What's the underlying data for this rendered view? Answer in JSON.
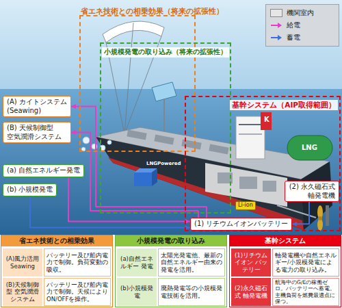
{
  "diagram": {
    "nodes": [
      {
        "text": [
          "省エネ技術との相乗効果（将来の拡張性）"
        ]
      },
      {
        "text": [
          "(A) カイトシステム (Seawing)"
        ]
      },
      {
        "text": [
          "(B) 天候制御型 空気潤滑システム"
        ]
      },
      {
        "text": [
          "小規模発電の取り込み（将来の拡張性）"
        ]
      },
      {
        "text": [
          "(a) 自然エネルギー発電"
        ]
      },
      {
        "text": [
          "(b) 小規模発電"
        ]
      },
      {
        "text": [
          "基幹システム（AIP取得範囲）"
        ]
      },
      {
        "text": [
          "(1) リチウムイオンバッテリー"
        ],
        "in": 6
      },
      {
        "text": [
          "(2) 永久磁石式 軸発電機"
        ],
        "in": 6
      },
      {
        "text": [
          "省エネ技術との相乗効果"
        ]
      },
      {
        "text": [
          "(A)風力活用 Seawing"
        ],
        "in": 9
      },
      {
        "text": [
          "バッテリー及び船内電力で制御。負荷変動の吸収。"
        ],
        "in": 9
      },
      {
        "text": [
          "(B)天候制御型 空気潤滑 システム"
        ],
        "in": 9
      },
      {
        "text": [
          "バッテリー及び船内電力で制御。天候によりON/OFFを操作。"
        ],
        "in": 9
      },
      {
        "text": [
          "小規模発電の取り込み"
        ]
      },
      {
        "text": [
          "(a)自然エネルギー 発電"
        ],
        "in": 14
      },
      {
        "text": [
          "太陽光発電他、最新の自然エネルギー由来の発電を活用。"
        ],
        "in": 14
      },
      {
        "text": [
          "(b)小規模発電"
        ],
        "in": 14
      },
      {
        "text": [
          "廃熱発電等の小規模発電技術を活用。"
        ],
        "in": 14
      },
      {
        "text": [
          "基幹システム"
        ]
      },
      {
        "text": [
          "(1)リチウムイオン バッテリー"
        ],
        "in": 19
      },
      {
        "text": [
          "軸発電機や自然エネルギー/小規模発電による電力の取り込み。"
        ],
        "in": 19
      },
      {
        "text": [
          "(2)永久磁石式 軸発電機"
        ],
        "in": 19
      },
      {
        "text": [
          "航海中のG/Eの稼働ゼロ。バッテリーへ蓄電。主機負荷を燃費最適点に保つ。"
        ],
        "in": 19
      }
    ],
    "edges": [
      {
        "from": 7,
        "to": 1,
        "arrow": "to"
      },
      {
        "from": 7,
        "to": 2,
        "arrow": "to"
      },
      {
        "from": 4,
        "to": 7,
        "arrow": "to"
      },
      {
        "from": 5,
        "to": 7,
        "arrow": "to"
      },
      {
        "from": 8,
        "to": 7,
        "arrow": "to"
      }
    ],
    "labels": [
      "LNG",
      "Li-ion",
      "LNGPowered",
      "K"
    ],
    "legend": [
      {
        "text": "機関室内",
        "color": "#e6e6e6"
      },
      {
        "text": "給電"
      },
      {
        "text": "蓄電"
      }
    ]
  }
}
